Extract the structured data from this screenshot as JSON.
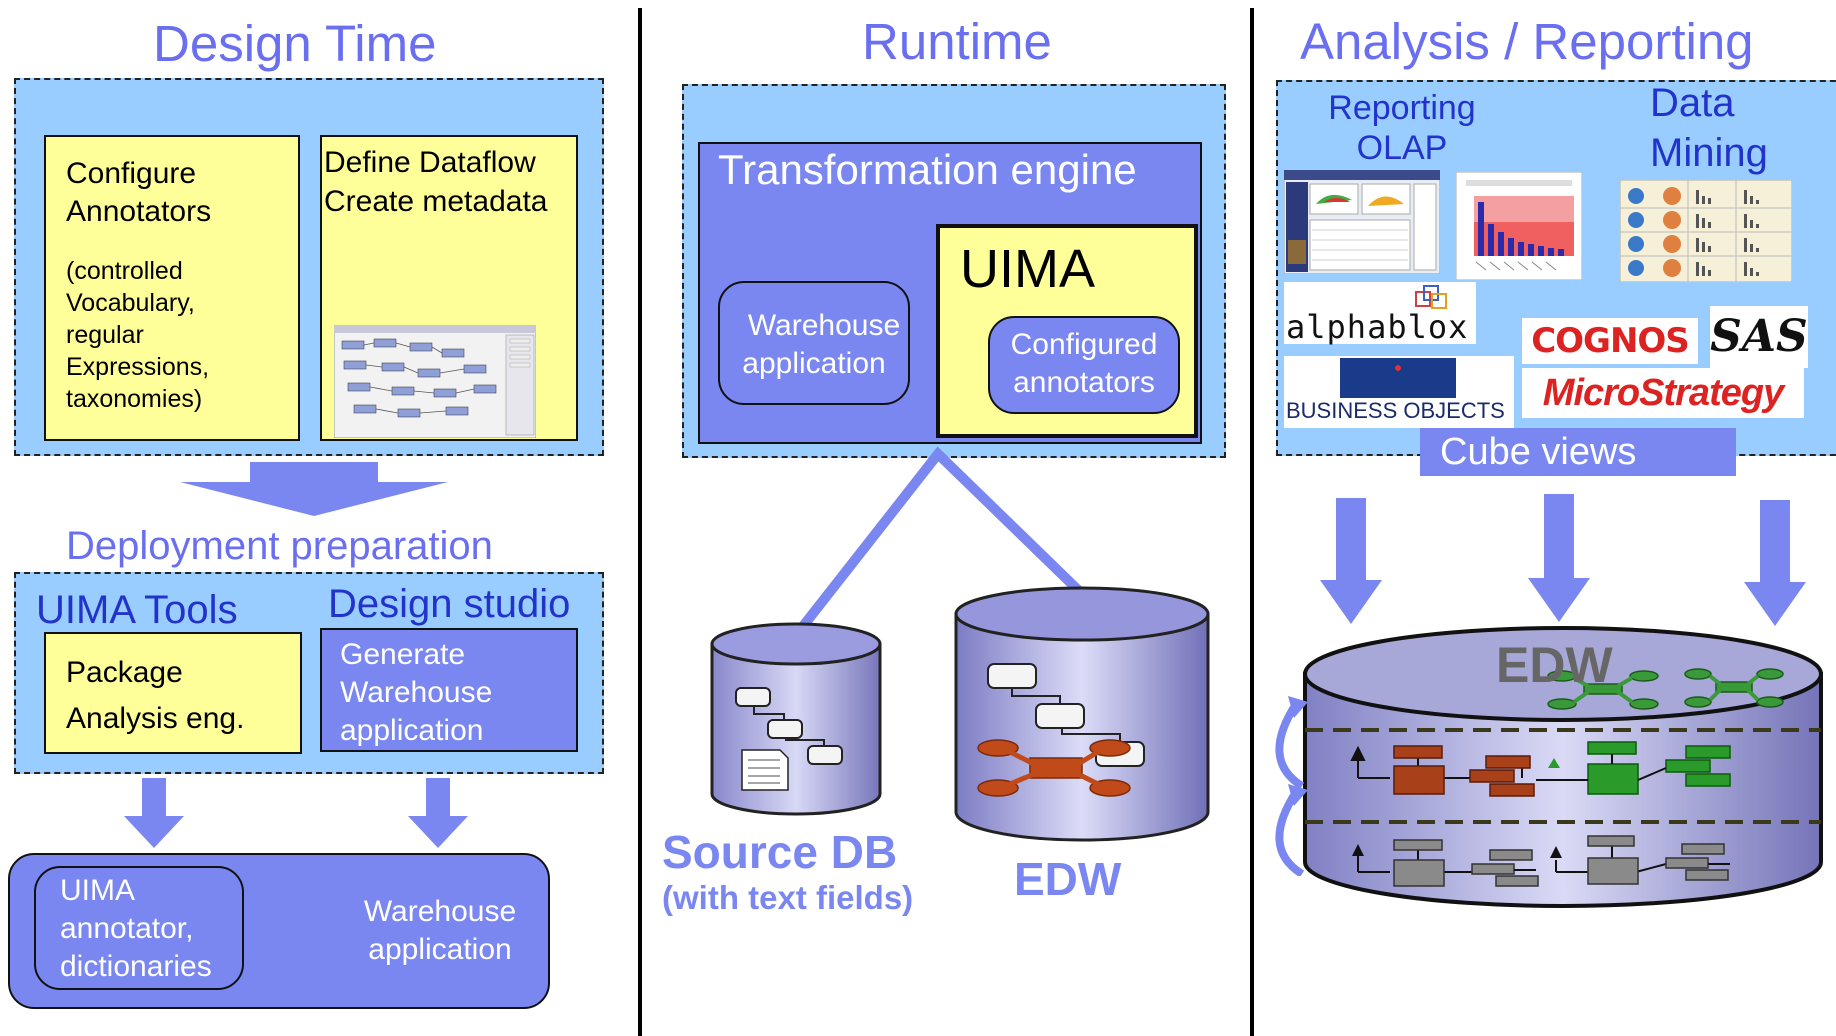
{
  "design_time": {
    "title": "Design Time",
    "configure_box": {
      "line1": "Configure",
      "line2": "Annotators",
      "note1": "(controlled",
      "note2": "Vocabulary,",
      "note3": "regular",
      "note4": "Expressions,",
      "note5": "taxonomies)"
    },
    "dataflow_box": {
      "line1": "Define Dataflow",
      "line2": "Create metadata"
    }
  },
  "deployment": {
    "title": "Deployment preparation",
    "uima_tools": {
      "title": "UIMA Tools",
      "line1": "Package",
      "line2": "Analysis eng."
    },
    "design_studio": {
      "title": "Design studio",
      "line1": "Generate",
      "line2": "Warehouse",
      "line3": "application"
    },
    "output": {
      "uima_line1": "UIMA",
      "uima_line2": "annotator,",
      "uima_line3": "dictionaries",
      "wh_line1": "Warehouse",
      "wh_line2": "application"
    }
  },
  "runtime": {
    "title": "Runtime",
    "engine_title": "Transformation engine",
    "warehouse_line1": "Warehouse",
    "warehouse_line2": "application",
    "uima_title": "UIMA",
    "configured_line1": "Configured",
    "configured_line2": "annotators",
    "source_db_line1": "Source DB",
    "source_db_line2": "(with text fields)",
    "edw_label": "EDW"
  },
  "analysis": {
    "title": "Analysis / Reporting",
    "reporting_line1": "Reporting",
    "reporting_line2": "OLAP",
    "mining_line1": "Data",
    "mining_line2": "Mining",
    "cube_views": "Cube views",
    "edw_label": "EDW",
    "logos": {
      "alphablox": "alphablox",
      "cognos": "COGNOS",
      "sas": "SAS",
      "business_objects": "BUSINESS OBJECTS",
      "microstrategy": "MicroStrategy"
    }
  },
  "colors": {
    "title": "#6a6ff0",
    "light_blue": "#99ccff",
    "medium_blue": "#7b87f0",
    "yellow": "#ffff99",
    "arrow": "#7b87f0"
  }
}
